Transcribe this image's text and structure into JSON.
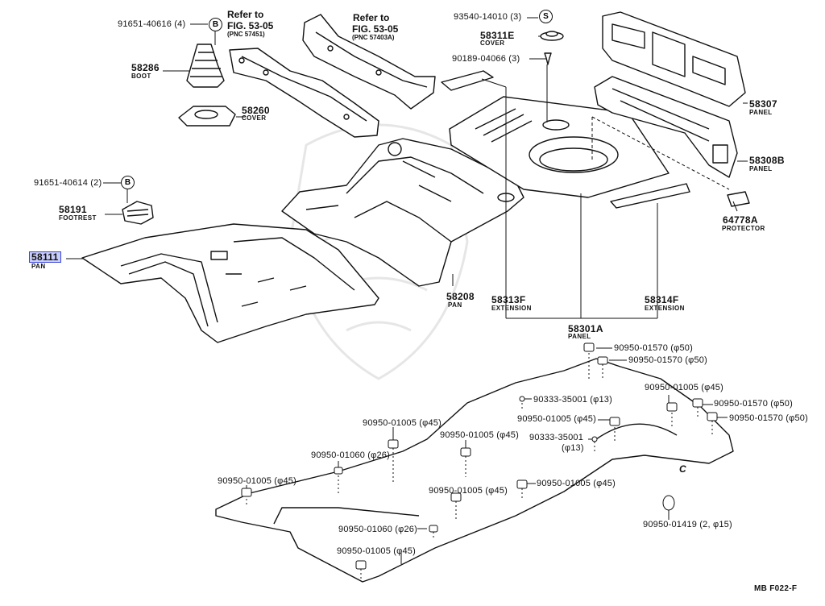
{
  "labels": {
    "p91651_40616": "91651-40616 (4)",
    "circle_b1": "B",
    "refer1": "Refer to",
    "fig1": "FIG. 53-05",
    "pnc1": "(PNC 57451)",
    "refer2": "Refer to",
    "fig2": "FIG. 53-05",
    "pnc2": "(PNC 57403A)",
    "p58286": "58286",
    "boot": "BOOT",
    "p58260": "58260",
    "cover1": "COVER",
    "p91651_40614": "91651-40614 (2)",
    "circle_b2": "B",
    "p58191": "58191",
    "footrest": "FOOTREST",
    "p58111": "58111",
    "pan1": "PAN",
    "p58208": "58208",
    "pan2": "PAN",
    "p93540": "93540-14010 (3)",
    "circle_s": "S",
    "p58311e": "58311E",
    "cover2": "COVER",
    "p90189": "90189-04066 (3)",
    "p58307": "58307",
    "panel1": "PANEL",
    "p58308b": "58308B",
    "panel2": "PANEL",
    "p64778a": "64778A",
    "protector": "PROTECTOR",
    "p58313f": "58313F",
    "ext1": "EXTENSION",
    "p58314f": "58314F",
    "ext2": "EXTENSION",
    "p58301a": "58301A",
    "panel3": "PANEL",
    "plug_a": "90950-01570 (φ50)",
    "plug_b": "90950-01570 (φ50)",
    "plug_c": "90950-01005 (φ45)",
    "plug_d": "90950-01570 (φ50)",
    "plug_e": "90950-01570 (φ50)",
    "plug_f": "90333-35001 (φ13)",
    "plug_g": "90950-01005 (φ45)",
    "plug_h": "90950-01005 (φ45)",
    "plug_i": "90950-01005 (φ45)",
    "plug_j1": "90333-35001",
    "plug_j2": "(φ13)",
    "plug_k": "90950-01060 (φ26)",
    "plug_l": "90950-01005 (φ45)",
    "plug_m": "90950-01005 (φ45)",
    "plug_n": "90950-01005 (φ45)",
    "plug_o": "90950-01060 (φ26)",
    "plug_p": "90950-01005 (φ45)",
    "plug_q": "90950-01419 (2, φ15)",
    "letter_c": "C",
    "footer": "MB  F022-F"
  },
  "colors": {
    "line": "#111111",
    "highlight_fill": "#c9cdfa",
    "highlight_border": "#3a45d8"
  }
}
